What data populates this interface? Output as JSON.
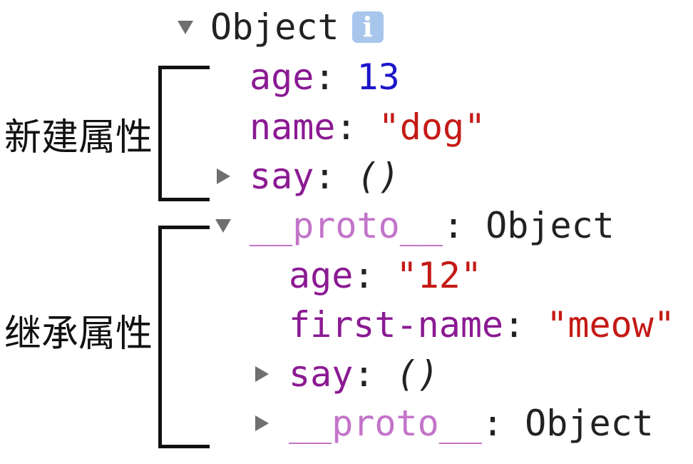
{
  "root": {
    "label": "Object",
    "info_glyph": "i",
    "expanded": true
  },
  "own_props": {
    "age": {
      "key": "age",
      "sep": ": ",
      "value": "13"
    },
    "name": {
      "key": "name",
      "sep": ": ",
      "value": "\"dog\""
    },
    "say": {
      "key": "say",
      "sep": ": ",
      "value": "()",
      "expanded": false
    }
  },
  "proto": {
    "key": "__proto__",
    "sep": ": ",
    "value": "Object",
    "expanded": true,
    "age": {
      "key": "age",
      "sep": ": ",
      "value": "\"12\""
    },
    "first_name": {
      "key": "first-name",
      "sep": ": ",
      "value": "\"meow\""
    },
    "say": {
      "key": "say",
      "sep": ": ",
      "value": "()",
      "expanded": false
    },
    "nested_proto": {
      "key": "__proto__",
      "sep": ": ",
      "value": "Object",
      "expanded": false
    }
  },
  "annotations": {
    "own": "新建属性",
    "inherited": "继承属性"
  },
  "icons": {
    "expand": "triangle-down-icon",
    "collapse": "triangle-right-icon",
    "info": "info-icon"
  },
  "colors": {
    "key": "#8b1a93",
    "proto_key": "#c374c9",
    "number": "#1c15c9",
    "string": "#c41a16",
    "toggle": "#6f6f6f",
    "info_bg": "#a8c6ec"
  }
}
